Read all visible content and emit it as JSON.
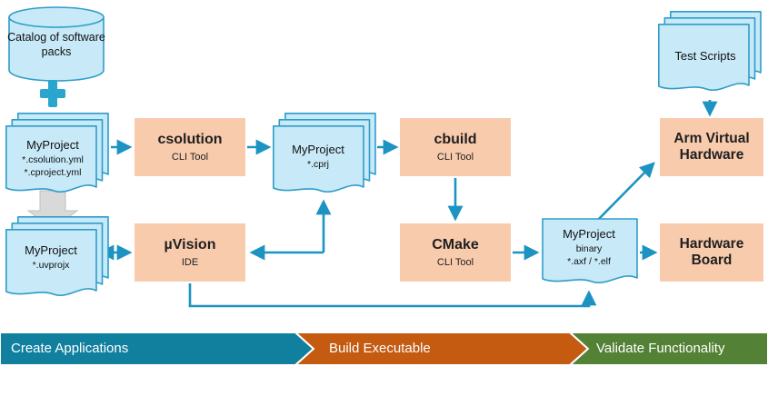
{
  "nodes": {
    "catalog": {
      "label": "Catalog of software packs"
    },
    "myproject_yml": {
      "title": "MyProject",
      "file1": "*.csolution.yml",
      "file2": "*.cproject.yml"
    },
    "csolution": {
      "title": "csolution",
      "subtitle": "CLI Tool"
    },
    "myproject_cprj": {
      "title": "MyProject",
      "file": "*.cprj"
    },
    "cbuild": {
      "title": "cbuild",
      "subtitle": "CLI Tool"
    },
    "cmake": {
      "title": "CMake",
      "subtitle": "CLI Tool"
    },
    "uvision": {
      "title": "µVision",
      "subtitle": "IDE"
    },
    "myproject_uvprojx": {
      "title": "MyProject",
      "file": "*.uvprojx"
    },
    "binary": {
      "title": "MyProject",
      "line2": "binary",
      "line3": "*.axf / *.elf"
    },
    "test_scripts": {
      "title": "Test Scripts"
    },
    "arm_virtual_hardware": {
      "title": "Arm Virtual Hardware"
    },
    "hardware_board": {
      "title": "Hardware Board"
    }
  },
  "phases": [
    {
      "label": "Create Applications",
      "color": "#11809F"
    },
    {
      "label": "Build Executable",
      "color": "#C55A11"
    },
    {
      "label": "Validate Functionality",
      "color": "#538135"
    }
  ],
  "colors": {
    "doc_fill": "#C8E9F8",
    "doc_border": "#2D9DC8",
    "box_fill": "#F8CBAD",
    "arrow": "#1C93C2",
    "block_arrow": "#D9D9D9"
  }
}
